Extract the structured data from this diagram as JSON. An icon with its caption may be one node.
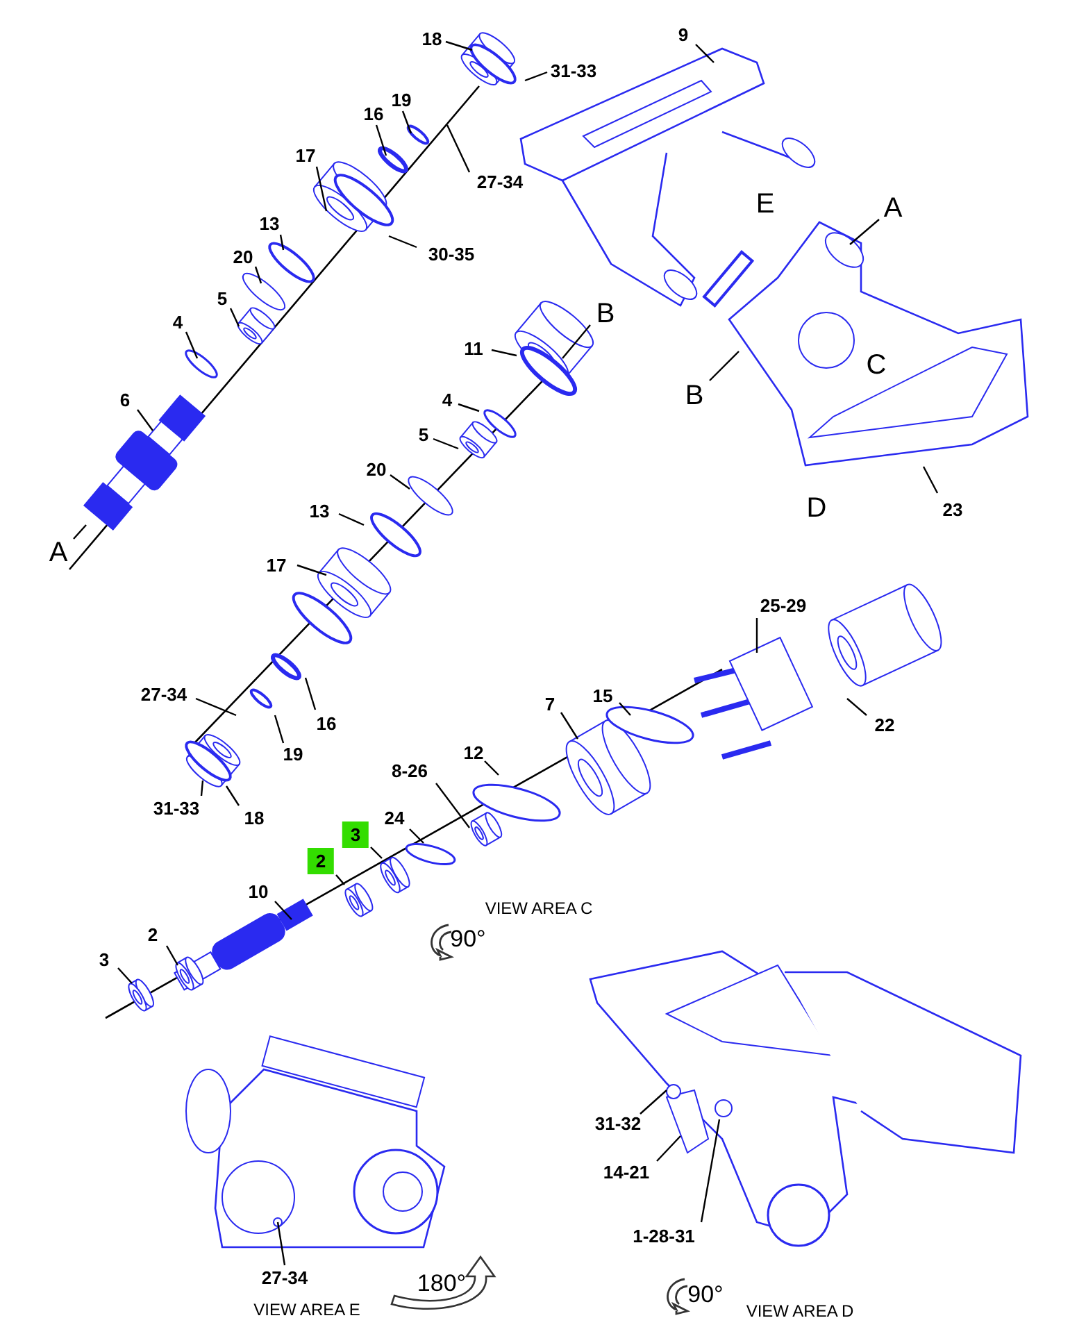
{
  "diagram": {
    "nodes": [
      {
        "text": [
          "18"
        ]
      },
      {
        "text": [
          "31-33"
        ]
      },
      {
        "text": [
          "19"
        ]
      },
      {
        "text": [
          "16"
        ]
      },
      {
        "text": [
          "27-34"
        ]
      },
      {
        "text": [
          "17"
        ]
      },
      {
        "text": [
          "30-35"
        ]
      },
      {
        "text": [
          "13"
        ]
      },
      {
        "text": [
          "20"
        ]
      },
      {
        "text": [
          "5"
        ]
      },
      {
        "text": [
          "4"
        ]
      },
      {
        "text": [
          "6"
        ]
      },
      {
        "text": [
          "A"
        ]
      },
      {
        "text": [
          "9"
        ]
      },
      {
        "text": [
          "A"
        ]
      },
      {
        "text": [
          "B"
        ]
      },
      {
        "text": [
          "11"
        ]
      },
      {
        "text": [
          "4"
        ]
      },
      {
        "text": [
          "5"
        ]
      },
      {
        "text": [
          "20"
        ]
      },
      {
        "text": [
          "13"
        ]
      },
      {
        "text": [
          "B"
        ]
      },
      {
        "text": [
          "23"
        ]
      },
      {
        "text": [
          "17"
        ]
      },
      {
        "text": [
          "25-29"
        ]
      },
      {
        "text": [
          "27-34"
        ]
      },
      {
        "text": [
          "16"
        ]
      },
      {
        "text": [
          "15"
        ]
      },
      {
        "text": [
          "7"
        ]
      },
      {
        "text": [
          "22"
        ]
      },
      {
        "text": [
          "19"
        ]
      },
      {
        "text": [
          "12"
        ]
      },
      {
        "text": [
          "8-26"
        ]
      },
      {
        "text": [
          "31-33"
        ]
      },
      {
        "text": [
          "18"
        ]
      },
      {
        "text": [
          "24"
        ]
      },
      {
        "text": [
          "3"
        ]
      },
      {
        "text": [
          "2"
        ]
      },
      {
        "text": [
          "10"
        ]
      },
      {
        "text": [
          "2"
        ]
      },
      {
        "text": [
          "3"
        ]
      },
      {
        "text": [
          "27-34"
        ]
      },
      {
        "text": [
          "31-32"
        ]
      },
      {
        "text": [
          "14-21"
        ]
      },
      {
        "text": [
          "1-28-31"
        ]
      }
    ],
    "edges": [
      {
        "from": 0,
        "to": null,
        "arrow": "none"
      },
      {
        "from": 1,
        "to": null,
        "arrow": "none"
      },
      {
        "from": 2,
        "to": null,
        "arrow": "none"
      },
      {
        "from": 3,
        "to": null,
        "arrow": "none"
      },
      {
        "from": 4,
        "to": null,
        "arrow": "none"
      },
      {
        "from": 5,
        "to": null,
        "arrow": "none"
      },
      {
        "from": 6,
        "to": null,
        "arrow": "none"
      },
      {
        "from": 7,
        "to": null,
        "arrow": "none"
      },
      {
        "from": 8,
        "to": null,
        "arrow": "none"
      },
      {
        "from": 9,
        "to": null,
        "arrow": "none"
      },
      {
        "from": 10,
        "to": null,
        "arrow": "none"
      },
      {
        "from": 11,
        "to": null,
        "arrow": "none"
      },
      {
        "from": 12,
        "to": null,
        "arrow": "none"
      },
      {
        "from": 13,
        "to": null,
        "arrow": "none"
      },
      {
        "from": 14,
        "to": null,
        "arrow": "none"
      },
      {
        "from": 15,
        "to": null,
        "arrow": "none"
      },
      {
        "from": 16,
        "to": null,
        "arrow": "none"
      },
      {
        "from": 17,
        "to": null,
        "arrow": "none"
      },
      {
        "from": 18,
        "to": null,
        "arrow": "none"
      },
      {
        "from": 19,
        "to": null,
        "arrow": "none"
      },
      {
        "from": 20,
        "to": null,
        "arrow": "none"
      },
      {
        "from": 21,
        "to": null,
        "arrow": "none"
      },
      {
        "from": 22,
        "to": null,
        "arrow": "none"
      },
      {
        "from": 23,
        "to": null,
        "arrow": "none"
      },
      {
        "from": 24,
        "to": null,
        "arrow": "none"
      },
      {
        "from": 25,
        "to": null,
        "arrow": "none"
      },
      {
        "from": 26,
        "to": null,
        "arrow": "none"
      },
      {
        "from": 27,
        "to": null,
        "arrow": "none"
      },
      {
        "from": 28,
        "to": null,
        "arrow": "none"
      },
      {
        "from": 29,
        "to": null,
        "arrow": "none"
      },
      {
        "from": 30,
        "to": null,
        "arrow": "none"
      },
      {
        "from": 31,
        "to": null,
        "arrow": "none"
      },
      {
        "from": 32,
        "to": null,
        "arrow": "none"
      },
      {
        "from": 33,
        "to": null,
        "arrow": "none"
      },
      {
        "from": 34,
        "to": null,
        "arrow": "none"
      },
      {
        "from": 35,
        "to": null,
        "arrow": "none"
      },
      {
        "from": 36,
        "to": null,
        "arrow": "none"
      },
      {
        "from": 37,
        "to": null,
        "arrow": "none"
      },
      {
        "from": 38,
        "to": null,
        "arrow": "none"
      },
      {
        "from": 39,
        "to": null,
        "arrow": "none"
      },
      {
        "from": 40,
        "to": null,
        "arrow": "none"
      },
      {
        "from": 41,
        "to": null,
        "arrow": "none"
      },
      {
        "from": 42,
        "to": null,
        "arrow": "none"
      },
      {
        "from": 43,
        "to": null,
        "arrow": "none"
      },
      {
        "from": 44,
        "to": null,
        "arrow": "none"
      }
    ],
    "labels": [
      "E",
      "C",
      "D",
      "VIEW AREA C",
      "90°",
      "VIEW AREA E",
      "180°",
      "90°",
      "VIEW AREA D"
    ]
  }
}
